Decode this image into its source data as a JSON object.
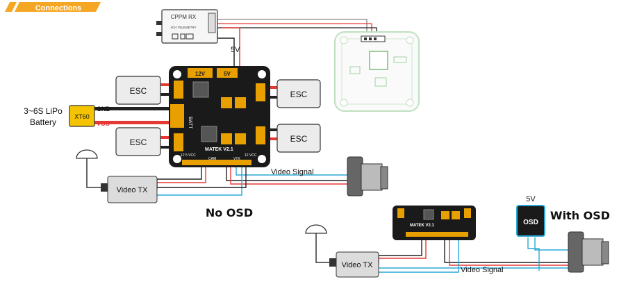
{
  "header": {
    "title": "Connections",
    "accent": "#f5a623"
  },
  "receiver": {
    "title": "CPPM RX",
    "subtitle": "4CH TELEMETRY"
  },
  "pdb": {
    "rail_12v": "12V",
    "rail_5v": "5V",
    "batt": "BATT",
    "name": "MATEK V2.1",
    "pads_left": "12 5 VCC",
    "pads_cam": "CAM",
    "pads_vtx": "VTX",
    "pads_right": "12 VCC"
  },
  "esc": {
    "label": "ESC"
  },
  "battery": {
    "label_line1": "3~6S LiPo",
    "label_line2": "Battery",
    "connector": "XT60",
    "gnd": "GND",
    "vcc": "VCC"
  },
  "power_5v": "5V",
  "video_tx": {
    "label": "Video TX"
  },
  "video_signal": "Video Signal",
  "captions": {
    "no_osd": "No OSD",
    "with_osd": "With OSD"
  },
  "osd": {
    "label": "OSD",
    "power": "5V"
  },
  "colors": {
    "wire_red": "#e53935",
    "wire_black": "#222222",
    "wire_blue": "#29a9d6",
    "board": "#1a1a1a",
    "pad": "#e8a000",
    "esc_box": "#ececec"
  }
}
